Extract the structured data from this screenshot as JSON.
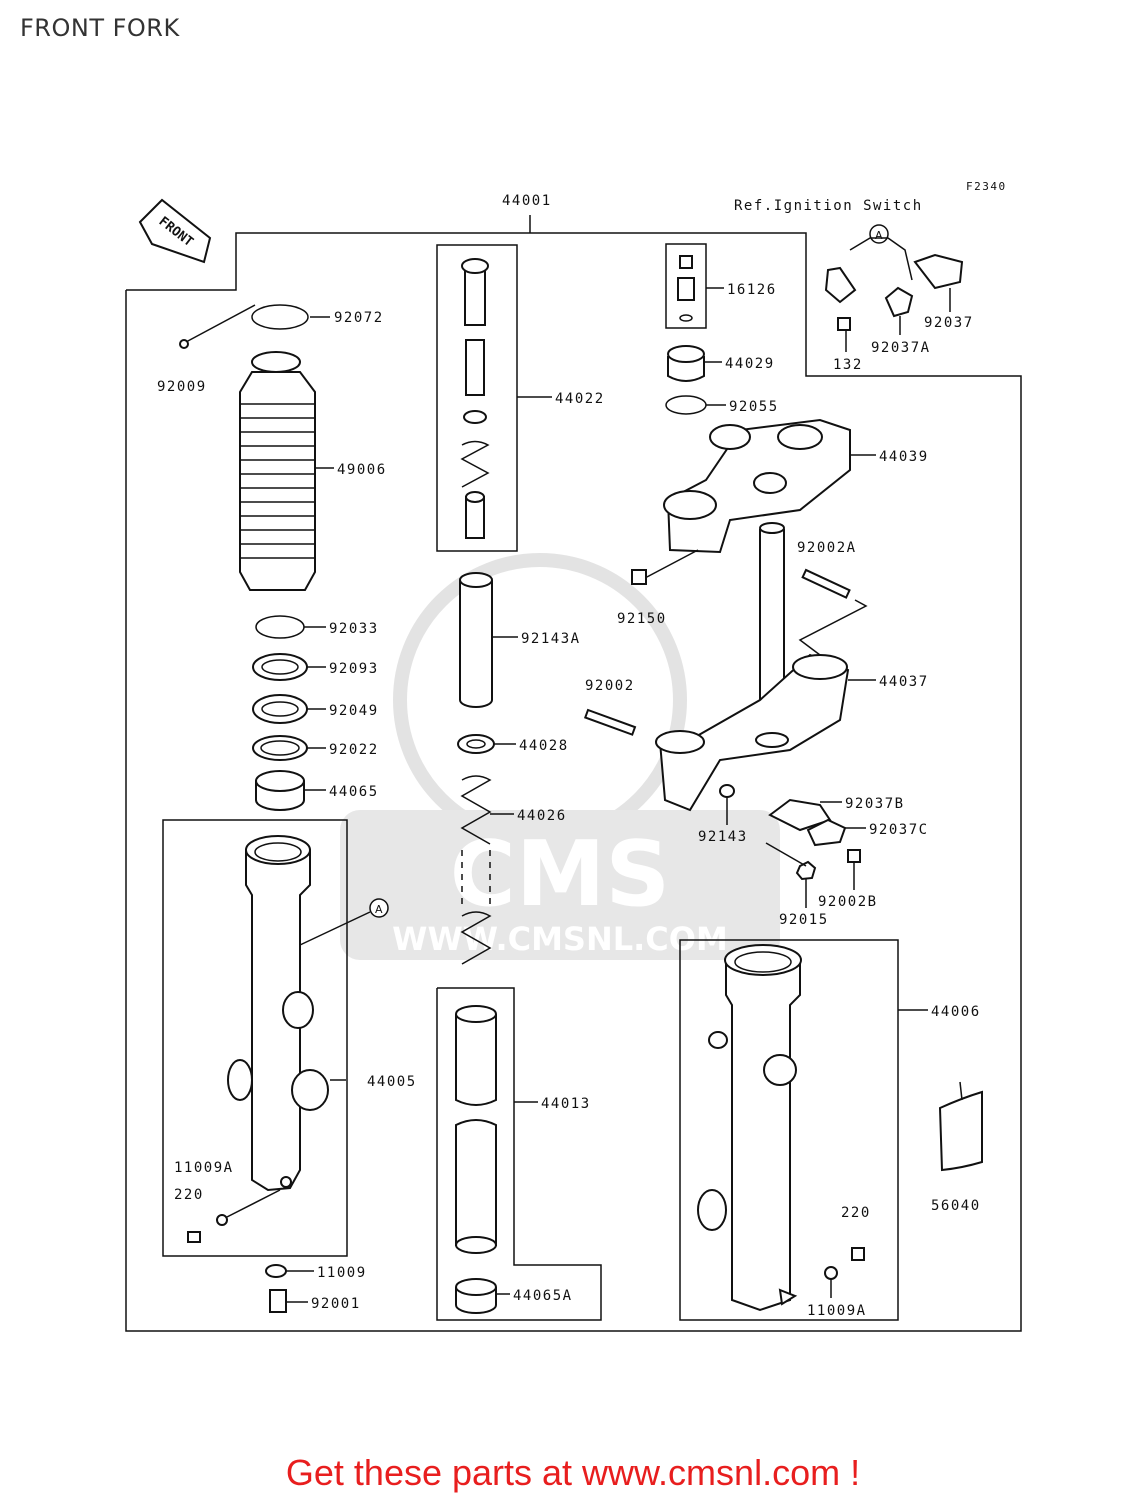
{
  "title": "FRONT FORK",
  "footer": "Get these parts at www.cmsnl.com !",
  "figure_code": "F2340",
  "ref_note": "Ref.Ignition Switch",
  "front_arrow_text": "FRONT",
  "ref_marker": "A",
  "watermark": {
    "logo": "CMS",
    "url": "WWW.CMSNL.COM"
  },
  "parts": {
    "p44001": "44001",
    "p92072": "92072",
    "p92009": "92009",
    "p49006": "49006",
    "p92033": "92033",
    "p92093": "92093",
    "p92049": "92049",
    "p92022": "92022",
    "p44065": "44065",
    "p44005": "44005",
    "p11009A_l": "11009A",
    "p220_l": "220",
    "p11009": "11009",
    "p92001": "92001",
    "p44022": "44022",
    "p92143A": "92143A",
    "p44028": "44028",
    "p44026": "44026",
    "p44013": "44013",
    "p44065A": "44065A",
    "p16126": "16126",
    "p44029": "44029",
    "p92055": "92055",
    "p44039": "44039",
    "p92150": "92150",
    "p92002A": "92002A",
    "p44037": "44037",
    "p92002": "92002",
    "p92143": "92143",
    "p92037B": "92037B",
    "p92037C": "92037C",
    "p92002B": "92002B",
    "p92015": "92015",
    "p92037": "92037",
    "p92037A": "92037A",
    "p132": "132",
    "p44006": "44006",
    "p56040": "56040",
    "p220_r": "220",
    "p11009A_r": "11009A"
  }
}
